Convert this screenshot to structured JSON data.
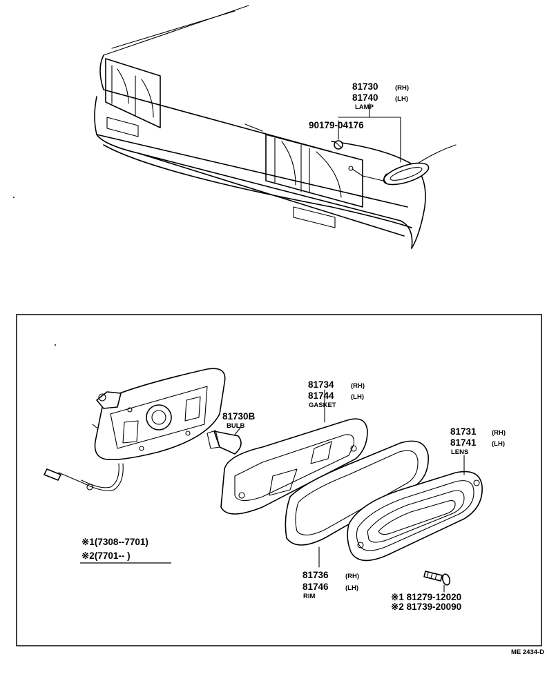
{
  "top_view": {
    "lamp": {
      "part_rh": "81730",
      "side_rh": "(RH)",
      "part_lh": "81740",
      "side_lh": "(LH)",
      "name": "LAMP"
    },
    "nut": "90179-04176"
  },
  "detail": {
    "bulb": {
      "part": "81730B",
      "name": "BULB"
    },
    "gasket": {
      "part_rh": "81734",
      "side_rh": "(RH)",
      "part_lh": "81744",
      "side_lh": "(LH)",
      "name": "GASKET"
    },
    "lens": {
      "part_rh": "81731",
      "side_rh": "(RH)",
      "part_lh": "81741",
      "side_lh": "(LH)",
      "name": "LENS"
    },
    "rim": {
      "part_rh": "81736",
      "side_rh": "(RH)",
      "part_lh": "81746",
      "side_lh": "(LH)",
      "name": "RIM"
    },
    "screw": {
      "line1": "※1 81279-12020",
      "line2": "※2 81739-20090"
    },
    "legend": {
      "line1": "※1(7308--7701)",
      "line2": "※2(7701--        )"
    }
  },
  "figure_code": "ME 2434-D"
}
